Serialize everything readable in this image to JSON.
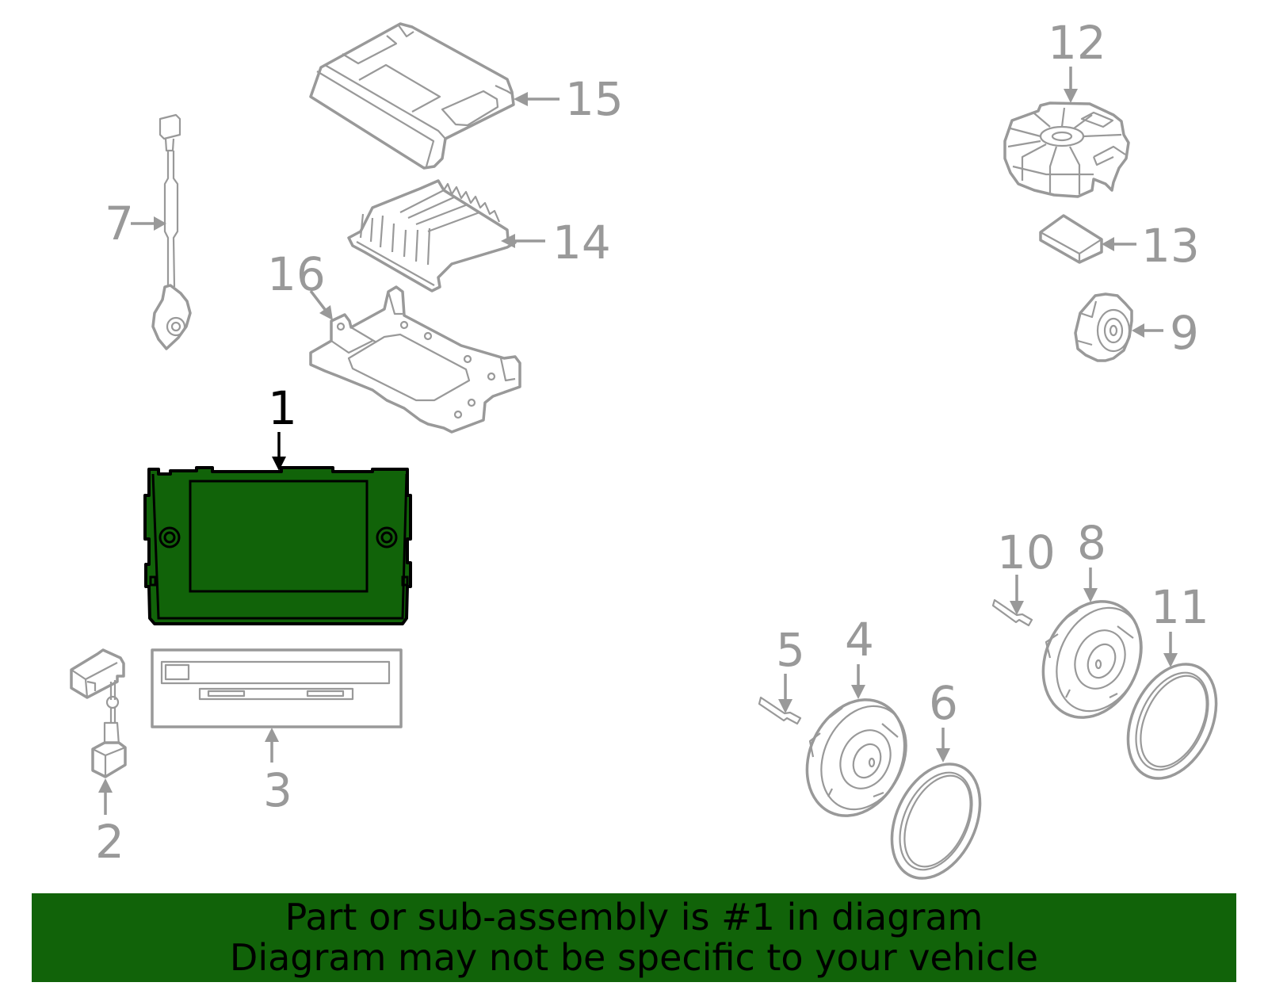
{
  "diagram": {
    "highlight_color": "#116309",
    "part_color": "#999999",
    "highlighted_part": "1",
    "callouts": [
      {
        "id": "1",
        "label": "1",
        "description": "display unit (highlighted)"
      },
      {
        "id": "2",
        "label": "2",
        "description": "connector harness"
      },
      {
        "id": "3",
        "label": "3",
        "description": "bezel / slot panel"
      },
      {
        "id": "4",
        "label": "4",
        "description": "speaker"
      },
      {
        "id": "5",
        "label": "5",
        "description": "screw"
      },
      {
        "id": "6",
        "label": "6",
        "description": "speaker ring seal"
      },
      {
        "id": "7",
        "label": "7",
        "description": "antenna cable"
      },
      {
        "id": "8",
        "label": "8",
        "description": "speaker"
      },
      {
        "id": "9",
        "label": "9",
        "description": "tweeter"
      },
      {
        "id": "10",
        "label": "10",
        "description": "screw"
      },
      {
        "id": "11",
        "label": "11",
        "description": "speaker ring seal"
      },
      {
        "id": "12",
        "label": "12",
        "description": "subwoofer"
      },
      {
        "id": "13",
        "label": "13",
        "description": "pad"
      },
      {
        "id": "14",
        "label": "14",
        "description": "amplifier"
      },
      {
        "id": "15",
        "label": "15",
        "description": "control module cover"
      },
      {
        "id": "16",
        "label": "16",
        "description": "mounting bracket"
      }
    ]
  },
  "banner": {
    "line1": "Part or sub-assembly is #1 in diagram",
    "line2": "Diagram may not be specific to your vehicle"
  }
}
